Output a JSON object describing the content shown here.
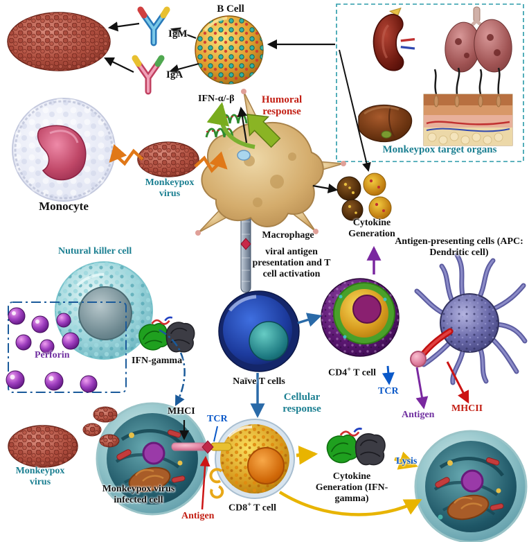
{
  "labels": {
    "b_cell": "B Cell",
    "igm": "IgM",
    "iga": "IgA",
    "ifn_alpha_beta": "IFN-α/-β",
    "humoral_response": "Humoral response",
    "monocyte": "Monocyte",
    "monkeypox_virus_upper": "Monkeypox virus",
    "macrophage": "Macrophage",
    "cytokine_generation": "Cytokine Generation",
    "monkeypox_target_organs": "Monkeypox target organs",
    "apc": "Antigen-presenting cells (APC: Dendritic cell)",
    "viral_antigen_presentation": "viral antigen presentation and T cell activation",
    "natural_killer_cell": "Nutural killer cell",
    "perforin": "Perforin",
    "ifn_gamma": "IFN-gamma",
    "naive_t_cells": "Naïve T cells",
    "cd4": {
      "prefix": "CD4",
      "sup": "+",
      "suffix": " T cell"
    },
    "cd8": {
      "prefix": "CD8",
      "sup": "+",
      "suffix": " T cell"
    },
    "tcr_cd4": "TCR",
    "tcr_cd8": "TCR",
    "antigen_dendritic": "Antigen",
    "antigen_cd8": "Antigen",
    "mhc1": "MHCI",
    "mhc2": "MHCII",
    "cellular_response": "Cellular response",
    "monkeypox_virus_lower": "Monkeypox virus",
    "infected_cell": "Monkeypox virus infected cell",
    "cytokine_generation_ifn_gamma": "Cytokine Generation (IFN-gamma)",
    "lysis": "Lysis"
  },
  "colors": {
    "teal_label": "#1b7f91",
    "red_label": "#c21d12",
    "blue_label": "#0a58c8",
    "purple_label": "#7030a0",
    "black_label": "#111111",
    "orange_arrow": "#e07818",
    "yellow_arrow": "#e8b400",
    "green_arrow": "#79ac1e",
    "navy_dash": "#1a5a9a"
  }
}
